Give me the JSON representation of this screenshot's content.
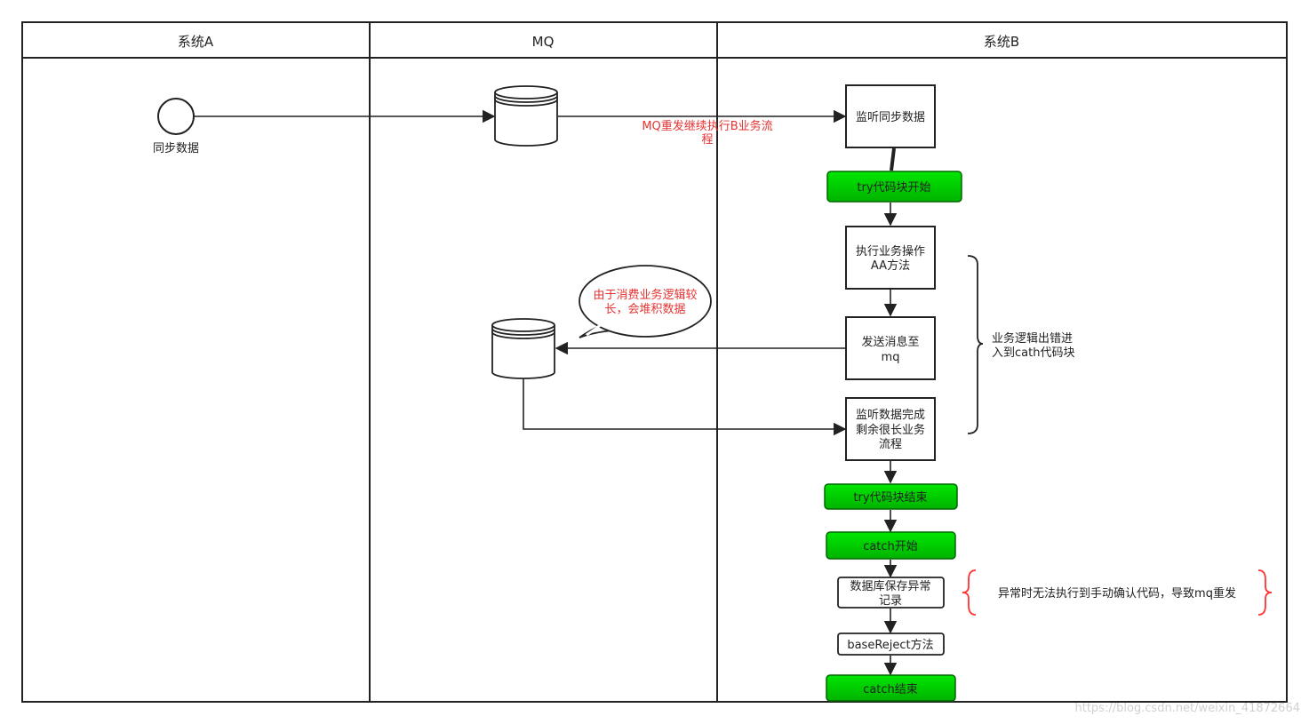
{
  "lanes": {
    "a": "系统A",
    "mq": "MQ",
    "b": "系统B"
  },
  "nodes": {
    "start_label": "同步数据",
    "listen_sync": "监听同步数据",
    "try_start": "try代码块开始",
    "exec_line1": "执行业务操作",
    "exec_line2": "AA方法",
    "send_line1": "发送消息至",
    "send_line2": "mq",
    "done_line1": "监听数据完成",
    "done_line2": "剩余很长业务",
    "done_line3": "流程",
    "try_end": "try代码块结束",
    "catch_start": "catch开始",
    "db_line1": "数据库保存异常",
    "db_line2": "记录",
    "base_reject": "baseReject方法",
    "catch_end": "catch结束"
  },
  "annotations": {
    "mq_resend_line1": "MQ重发继续执行B业务流",
    "mq_resend_line2": "程",
    "callout_line1": "由于消费业务逻辑较",
    "callout_line2": "长，会堆积数据",
    "brace_line1": "业务逻辑出错进",
    "brace_line2": "入到cath代码块",
    "exception_note": "异常时无法执行到手动确认代码，导致mq重发"
  },
  "watermark": "https://blog.csdn.net/weixin_41872664",
  "colors": {
    "line": "#222222",
    "green_fill": "#00cc00",
    "green_stroke": "#006600",
    "red_text": "#e63333",
    "red_brace": "#ff3333"
  }
}
